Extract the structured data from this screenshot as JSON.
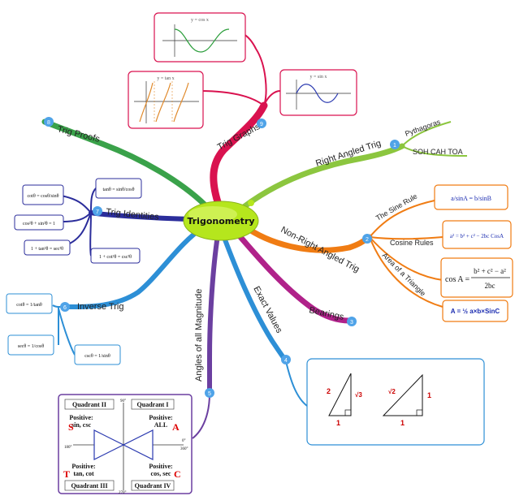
{
  "center": {
    "label": "Trigonometry"
  },
  "branches": {
    "right_angled": {
      "label": "Right Angled Trig",
      "num": "1",
      "sub": [
        "Pythagoras",
        "SOH CAH TOA"
      ]
    },
    "non_right": {
      "label": "Non-Right Angled Trig",
      "num": "2",
      "sub": [
        "The Sine Rule",
        "Cosine Rules",
        "Area of a Triangle"
      ]
    },
    "bearings": {
      "label": "Bearings",
      "num": "3"
    },
    "exact": {
      "label": "Exact Values",
      "num": "4"
    },
    "angles": {
      "label": "Angles of all Magnitude",
      "num": "5"
    },
    "inverse": {
      "label": "Inverse Trig",
      "num": "6"
    },
    "identities": {
      "label": "Trig Identities",
      "num": "7"
    },
    "proofs": {
      "label": "Trig Proofs",
      "num": "8"
    },
    "graphs": {
      "label": "Trig Graphs",
      "num": "9"
    }
  },
  "graph_titles": {
    "cos": "y = cos x",
    "tan": "y = tan x",
    "sin": "y = sin x"
  },
  "formulas": {
    "sine_rule": "a/sinA = b/sinB",
    "cosine_rule_1": "a² = b² + c² − 2bc CosA",
    "cosine_rule_2_lhs": "cos A =",
    "cosine_rule_2_num": "b² + c² − a²",
    "cosine_rule_2_den": "2bc",
    "area": "A = ½ a×b×SinC",
    "ident_cot": "cotθ = cosθ/sinθ",
    "ident_tan": "tanθ = sinθ/cosθ",
    "ident_pyth1": "cos²θ + sin²θ = 1",
    "ident_pyth2": "1 + tan²θ = sec²θ",
    "ident_pyth3": "1 + cot²θ = csc²θ",
    "inv_cot": "cotθ = 1/tanθ",
    "inv_sec": "secθ = 1/cosθ",
    "inv_csc": "cscθ = 1/sinθ"
  },
  "exact_values": {
    "t1_hyp": "2",
    "t1_opp": "√3",
    "t1_adj": "1",
    "t2_hyp": "√2",
    "t2_opp": "1",
    "t2_adj": "1"
  },
  "quadrants": {
    "q1": "Quadrant I",
    "q2": "Quadrant II",
    "q3": "Quadrant III",
    "q4": "Quadrant IV",
    "p1": "Positive:",
    "p1b": "ALL",
    "l1": "A",
    "p2": "Positive:",
    "p2b": "sin, csc",
    "l2": "S",
    "p3": "Positive:",
    "p3b": "tan, cot",
    "l3": "T",
    "p4": "Positive:",
    "p4b": "cos, sec",
    "l4": "C",
    "a0": "0°",
    "a90": "90°",
    "a180": "180°",
    "a270": "270°",
    "a360": "360°"
  },
  "colors": {
    "right_angled": "#8cc63f",
    "non_right": "#f07c13",
    "bearings": "#b0228a",
    "exact": "#2d8fd6",
    "angles": "#6b3fa0",
    "inverse": "#2d8fd6",
    "identities": "#2b2d9b",
    "proofs": "#3aa24a",
    "graphs": "#d9124f",
    "center": "#b5e61d"
  }
}
